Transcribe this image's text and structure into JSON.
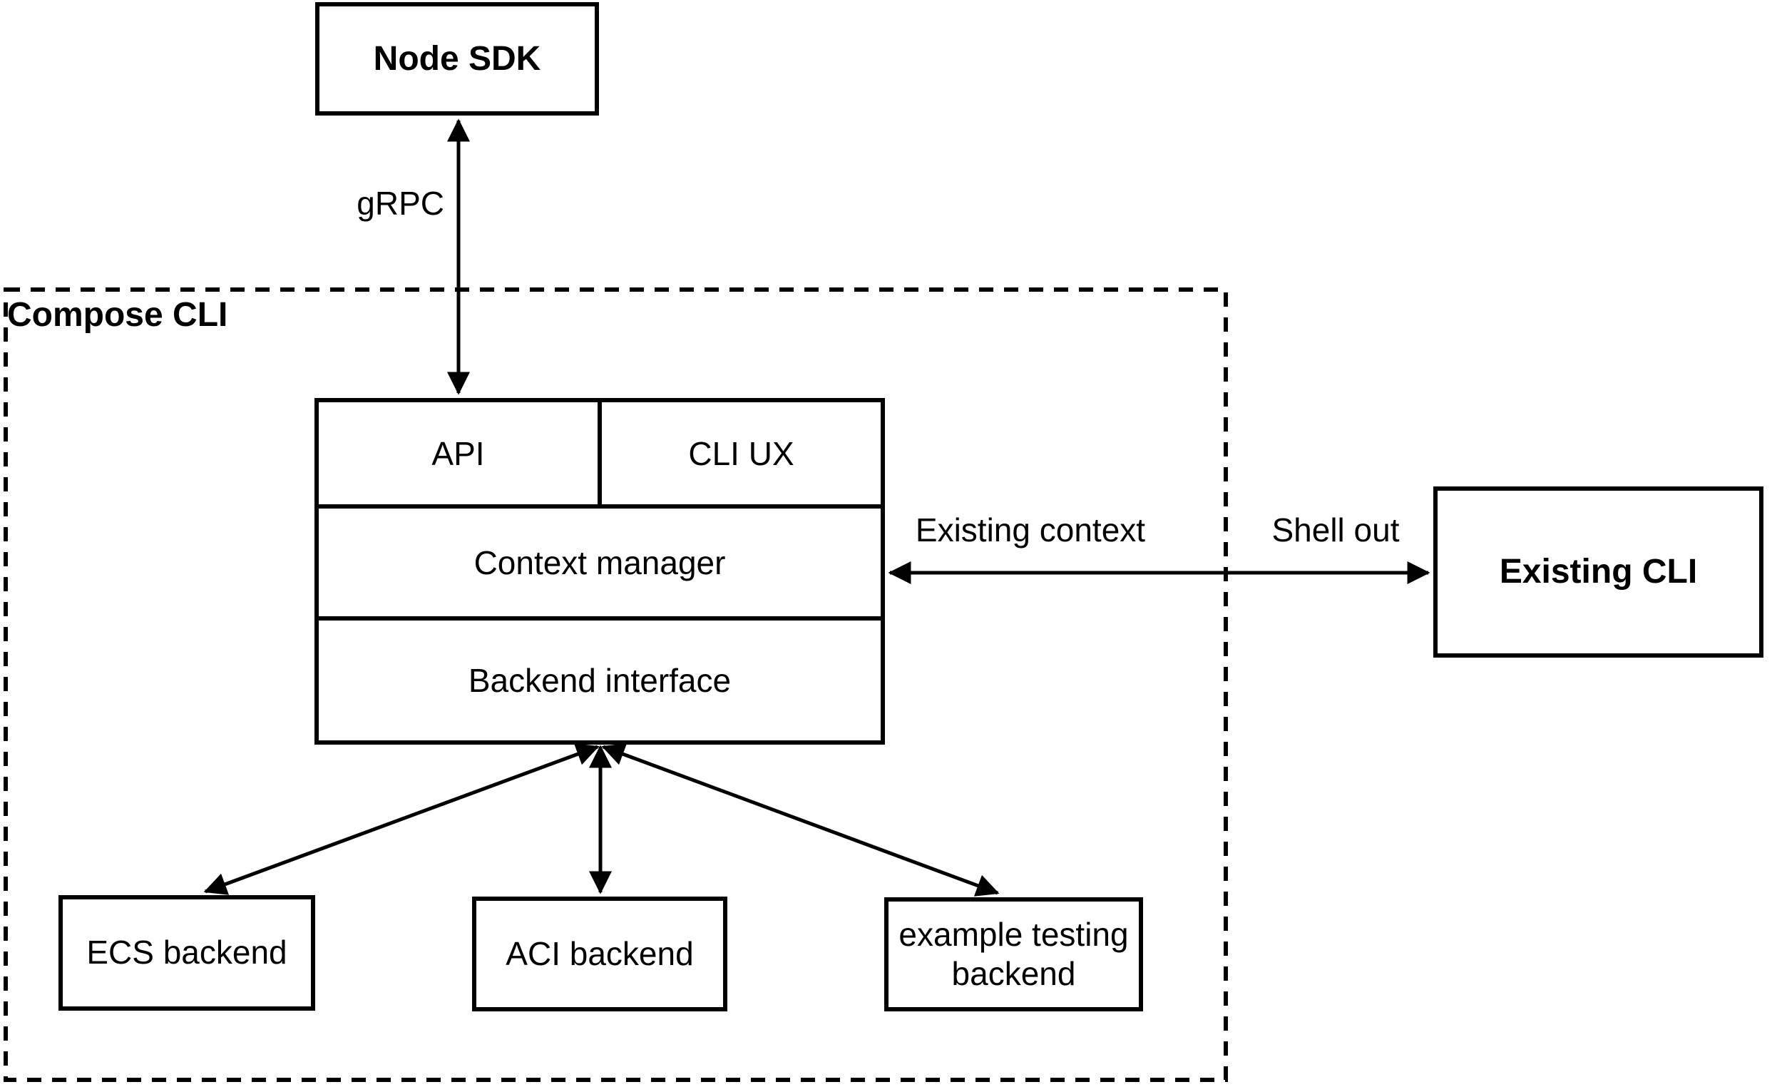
{
  "diagram": {
    "container": {
      "label": "Compose CLI"
    },
    "nodes": {
      "node_sdk": {
        "label": "Node SDK"
      },
      "api": {
        "label": "API"
      },
      "cli_ux": {
        "label": "CLI UX"
      },
      "context_manager": {
        "label": "Context manager"
      },
      "backend_interface": {
        "label": "Backend interface"
      },
      "existing_cli": {
        "label": "Existing CLI"
      },
      "ecs_backend": {
        "label": "ECS backend"
      },
      "aci_backend": {
        "label": "ACI backend"
      },
      "example_testing_backend": {
        "label": "example testing backend"
      }
    },
    "edges": {
      "grpc": {
        "label": "gRPC"
      },
      "existing_context": {
        "label": "Existing context"
      },
      "shell_out": {
        "label": "Shell out"
      }
    },
    "colors": {
      "stroke": "#000000",
      "background": "#ffffff"
    }
  }
}
